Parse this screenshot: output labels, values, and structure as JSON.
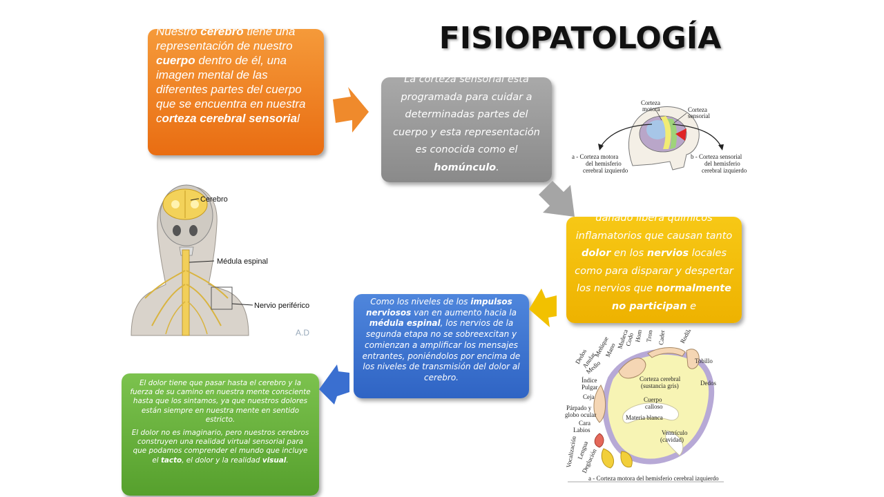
{
  "title": "FISIOPATOLOGÍA",
  "orange_box": {
    "parts": [
      "Nuestro ",
      "cerebro",
      " tiene una representación de nuestro ",
      "cuerpo",
      " dentro de él, una imagen mental de las diferentes partes del cuerpo que se encuentra en nuestra c",
      "orteza cerebral sensoria",
      "l"
    ]
  },
  "gray_box": {
    "parts": [
      "La corteza sensorial está programada para cuidar a determinadas partes del cuerpo y esta representación es conocida como el ",
      "homúnculo",
      "."
    ]
  },
  "yellow_box": {
    "parts": [
      "dañado libera químicos inflamatorios que causan tanto ",
      "dolor",
      " en los ",
      "nervios",
      " locales como para disparar y despertar los nervios que ",
      "normalmente",
      " no participan",
      " e"
    ]
  },
  "blue_box": {
    "parts": [
      "Como los niveles de los ",
      "impulsos nerviosos",
      " van en aumento hacia la ",
      "médula espinal",
      ", los nervios de la segunda etapa no se sobreexcitan y comienzan a amplificar los mensajes entrantes, poniéndolos por encima de los niveles de transmisión del dolor al cerebro."
    ]
  },
  "green_box": {
    "p1": "El dolor tiene que pasar hasta el cerebro y la fuerza de su camino en nuestra mente consciente hasta que los sintamos, ya que nuestros dolores están siempre en nuestra mente en sentido estricto.",
    "p2_parts": [
      "El dolor no es imaginario, pero nuestros cerebros construyen una realidad virtual sensorial para que podamos comprender el mundo que incluye el ",
      "tacto",
      ", el dolor y la realidad ",
      "visual",
      "."
    ]
  },
  "brain_figure": {
    "label_motor": "Corteza motora",
    "label_motor_1": "Corteza",
    "label_motor_2": "motora",
    "label_sens_1": "Corteza",
    "label_sens_2": "sensorial",
    "label_a_1": "a - Corteza motora",
    "label_a_2": "del hemisferio",
    "label_a_3": "cerebral izquierdo",
    "label_b_1": "b - Corteza sensorial",
    "label_b_2": "del hemisferio",
    "label_b_3": "cerebral izquierdo"
  },
  "anatomy_figure": {
    "label_cerebro": "Cerebro",
    "label_medula": "Médula espinal",
    "label_nervio": "Nervio periférico",
    "watermark": "A.D"
  },
  "homunculus_figure": {
    "labels_top": [
      "Dedos",
      "Anular",
      "Medio",
      "Índice",
      "Pulgar",
      "Meñique",
      "Mano",
      "Muñeca",
      "Codo",
      "Hombro",
      "Tronco",
      "Cadera",
      "Rodilla",
      "Tobillo",
      "Dedos"
    ],
    "labels_left": [
      "Ceja",
      "Párpado y",
      "globo ocular",
      "Cara",
      "Labios",
      "Lengua",
      "Deglución",
      "Vocalización"
    ],
    "label_corteza_1": "Corteza cerebral",
    "label_corteza_2": "(sustancia gris)",
    "label_cuerpo_1": "Cuerpo",
    "label_cuerpo_2": "calloso",
    "label_materia": "Materia blanca",
    "label_ventriculo_1": "Ventrículo",
    "label_ventriculo_2": "(cavidad)",
    "caption": "a - Corteza motora del hemisferio cerebral izquierdo"
  },
  "colors": {
    "orange": "#ee7a1c",
    "gray": "#9a9a9a",
    "yellow": "#f2bd00",
    "blue": "#3a70cf",
    "green": "#66ad38"
  }
}
